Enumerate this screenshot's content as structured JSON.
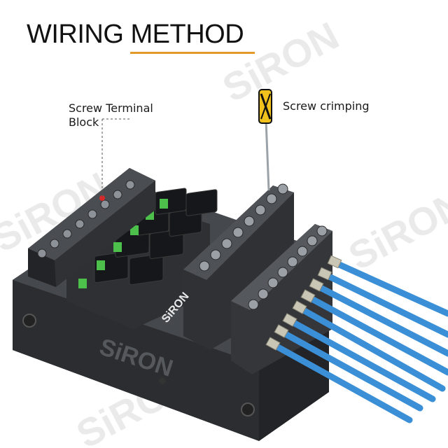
{
  "title": "WIRING METHOD",
  "labels": {
    "terminal_line1": "Screw Terminal",
    "terminal_line2": "Block",
    "crimping": "Screw crimping"
  },
  "product": {
    "watermark": "SiRON",
    "device_brand": "SiRON",
    "accent_color": "#e39a2a",
    "wire_color": "#3b8fd6",
    "housing_color": "#3a3c40",
    "led_color": "#4cc04a"
  }
}
